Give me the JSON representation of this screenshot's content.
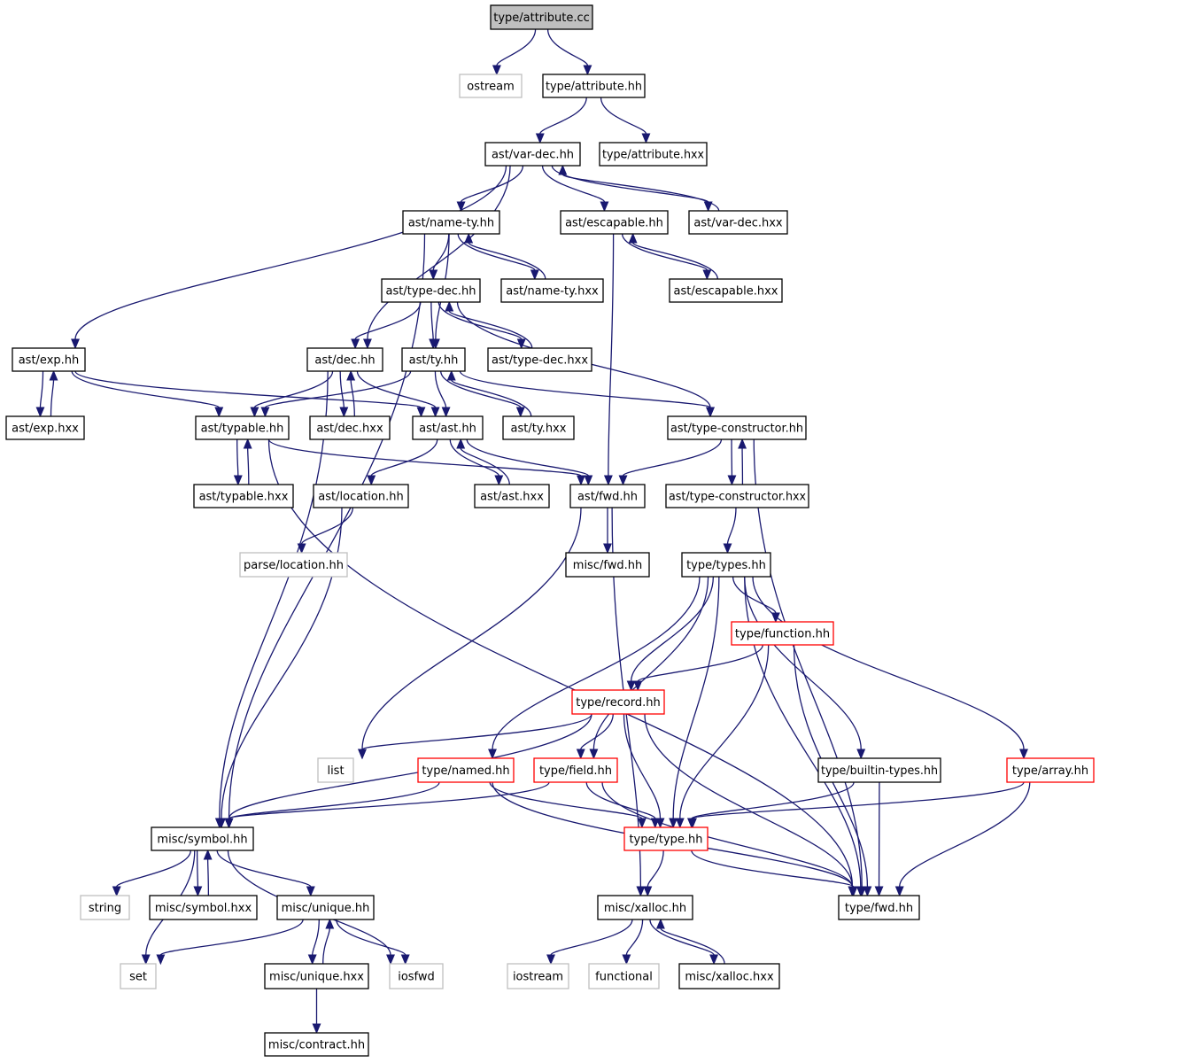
{
  "graph": {
    "title": "type/attribute.cc",
    "colors": {
      "edge": "#191970",
      "root_fill": "#bfbfbf",
      "missing_border": "#bfbfbf",
      "truncated_border": "#ff0000",
      "normal_border": "#000000"
    },
    "nodes": [
      {
        "id": "attribute_cc",
        "label": "type/attribute.cc",
        "kind": "root"
      },
      {
        "id": "ostream",
        "label": "ostream",
        "kind": "missing"
      },
      {
        "id": "attribute_hh",
        "label": "type/attribute.hh",
        "kind": "normal"
      },
      {
        "id": "var_dec_hh",
        "label": "ast/var-dec.hh",
        "kind": "normal"
      },
      {
        "id": "attribute_hxx",
        "label": "type/attribute.hxx",
        "kind": "normal"
      },
      {
        "id": "name_ty_hh",
        "label": "ast/name-ty.hh",
        "kind": "normal"
      },
      {
        "id": "escapable_hh",
        "label": "ast/escapable.hh",
        "kind": "normal"
      },
      {
        "id": "var_dec_hxx",
        "label": "ast/var-dec.hxx",
        "kind": "normal"
      },
      {
        "id": "type_dec_hh",
        "label": "ast/type-dec.hh",
        "kind": "normal"
      },
      {
        "id": "name_ty_hxx",
        "label": "ast/name-ty.hxx",
        "kind": "normal"
      },
      {
        "id": "escapable_hxx",
        "label": "ast/escapable.hxx",
        "kind": "normal"
      },
      {
        "id": "exp_hh",
        "label": "ast/exp.hh",
        "kind": "normal"
      },
      {
        "id": "dec_hh",
        "label": "ast/dec.hh",
        "kind": "normal"
      },
      {
        "id": "ty_hh",
        "label": "ast/ty.hh",
        "kind": "normal"
      },
      {
        "id": "type_dec_hxx",
        "label": "ast/type-dec.hxx",
        "kind": "normal"
      },
      {
        "id": "exp_hxx",
        "label": "ast/exp.hxx",
        "kind": "normal"
      },
      {
        "id": "typable_hh",
        "label": "ast/typable.hh",
        "kind": "normal"
      },
      {
        "id": "dec_hxx",
        "label": "ast/dec.hxx",
        "kind": "normal"
      },
      {
        "id": "ast_hh",
        "label": "ast/ast.hh",
        "kind": "normal"
      },
      {
        "id": "ty_hxx",
        "label": "ast/ty.hxx",
        "kind": "normal"
      },
      {
        "id": "type_constructor_hh",
        "label": "ast/type-constructor.hh",
        "kind": "normal"
      },
      {
        "id": "typable_hxx",
        "label": "ast/typable.hxx",
        "kind": "normal"
      },
      {
        "id": "location_hh",
        "label": "ast/location.hh",
        "kind": "normal"
      },
      {
        "id": "ast_hxx",
        "label": "ast/ast.hxx",
        "kind": "normal"
      },
      {
        "id": "ast_fwd_hh",
        "label": "ast/fwd.hh",
        "kind": "normal"
      },
      {
        "id": "type_constructor_hxx",
        "label": "ast/type-constructor.hxx",
        "kind": "normal"
      },
      {
        "id": "parse_location_hh",
        "label": "parse/location.hh",
        "kind": "missing"
      },
      {
        "id": "misc_fwd_hh",
        "label": "misc/fwd.hh",
        "kind": "normal"
      },
      {
        "id": "types_hh",
        "label": "type/types.hh",
        "kind": "normal"
      },
      {
        "id": "function_hh",
        "label": "type/function.hh",
        "kind": "truncated"
      },
      {
        "id": "record_hh",
        "label": "type/record.hh",
        "kind": "truncated"
      },
      {
        "id": "list",
        "label": "list",
        "kind": "missing"
      },
      {
        "id": "named_hh",
        "label": "type/named.hh",
        "kind": "truncated"
      },
      {
        "id": "field_hh",
        "label": "type/field.hh",
        "kind": "truncated"
      },
      {
        "id": "builtin_types_hh",
        "label": "type/builtin-types.hh",
        "kind": "normal"
      },
      {
        "id": "array_hh",
        "label": "type/array.hh",
        "kind": "truncated"
      },
      {
        "id": "symbol_hh",
        "label": "misc/symbol.hh",
        "kind": "normal"
      },
      {
        "id": "type_hh",
        "label": "type/type.hh",
        "kind": "truncated"
      },
      {
        "id": "string",
        "label": "string",
        "kind": "missing"
      },
      {
        "id": "symbol_hxx",
        "label": "misc/symbol.hxx",
        "kind": "normal"
      },
      {
        "id": "unique_hh",
        "label": "misc/unique.hh",
        "kind": "normal"
      },
      {
        "id": "xalloc_hh",
        "label": "misc/xalloc.hh",
        "kind": "normal"
      },
      {
        "id": "type_fwd_hh",
        "label": "type/fwd.hh",
        "kind": "normal"
      },
      {
        "id": "set",
        "label": "set",
        "kind": "missing"
      },
      {
        "id": "unique_hxx",
        "label": "misc/unique.hxx",
        "kind": "normal"
      },
      {
        "id": "iosfwd",
        "label": "iosfwd",
        "kind": "missing"
      },
      {
        "id": "iostream",
        "label": "iostream",
        "kind": "missing"
      },
      {
        "id": "functional",
        "label": "functional",
        "kind": "missing"
      },
      {
        "id": "xalloc_hxx",
        "label": "misc/xalloc.hxx",
        "kind": "normal"
      },
      {
        "id": "contract_hh",
        "label": "misc/contract.hh",
        "kind": "normal"
      }
    ],
    "edges": [
      [
        "attribute_cc",
        "ostream"
      ],
      [
        "attribute_cc",
        "attribute_hh"
      ],
      [
        "attribute_hh",
        "var_dec_hh"
      ],
      [
        "attribute_hh",
        "attribute_hxx"
      ],
      [
        "var_dec_hh",
        "exp_hh"
      ],
      [
        "var_dec_hh",
        "dec_hh"
      ],
      [
        "var_dec_hh",
        "name_ty_hh"
      ],
      [
        "var_dec_hh",
        "escapable_hh"
      ],
      [
        "var_dec_hh",
        "var_dec_hxx"
      ],
      [
        "var_dec_hxx",
        "var_dec_hh"
      ],
      [
        "name_ty_hh",
        "symbol_hh"
      ],
      [
        "name_ty_hh",
        "ty_hh"
      ],
      [
        "name_ty_hh",
        "type_dec_hh"
      ],
      [
        "name_ty_hh",
        "name_ty_hxx"
      ],
      [
        "name_ty_hxx",
        "name_ty_hh"
      ],
      [
        "escapable_hh",
        "ast_fwd_hh"
      ],
      [
        "escapable_hh",
        "escapable_hxx"
      ],
      [
        "escapable_hxx",
        "escapable_hh"
      ],
      [
        "type_dec_hh",
        "dec_hh"
      ],
      [
        "type_dec_hh",
        "ty_hh"
      ],
      [
        "type_dec_hh",
        "type_dec_hxx"
      ],
      [
        "type_dec_hh",
        "type_constructor_hh"
      ],
      [
        "type_dec_hxx",
        "type_dec_hh"
      ],
      [
        "exp_hh",
        "exp_hxx"
      ],
      [
        "exp_hxx",
        "exp_hh"
      ],
      [
        "exp_hh",
        "typable_hh"
      ],
      [
        "exp_hh",
        "ast_hh"
      ],
      [
        "dec_hh",
        "symbol_hh"
      ],
      [
        "dec_hh",
        "typable_hh"
      ],
      [
        "dec_hh",
        "dec_hxx"
      ],
      [
        "dec_hxx",
        "dec_hh"
      ],
      [
        "dec_hh",
        "ast_hh"
      ],
      [
        "ty_hh",
        "typable_hh"
      ],
      [
        "ty_hh",
        "ast_hh"
      ],
      [
        "ty_hh",
        "ty_hxx"
      ],
      [
        "ty_hxx",
        "ty_hh"
      ],
      [
        "ty_hh",
        "type_constructor_hh"
      ],
      [
        "typable_hh",
        "typable_hxx"
      ],
      [
        "typable_hxx",
        "typable_hh"
      ],
      [
        "typable_hh",
        "ast_fwd_hh"
      ],
      [
        "typable_hh",
        "type_fwd_hh"
      ],
      [
        "ast_hh",
        "location_hh"
      ],
      [
        "ast_hh",
        "ast_hxx"
      ],
      [
        "ast_hxx",
        "ast_hh"
      ],
      [
        "ast_hh",
        "ast_fwd_hh"
      ],
      [
        "type_constructor_hh",
        "ast_fwd_hh"
      ],
      [
        "type_constructor_hh",
        "type_constructor_hxx"
      ],
      [
        "type_constructor_hxx",
        "type_constructor_hh"
      ],
      [
        "type_constructor_hh",
        "type_fwd_hh"
      ],
      [
        "type_constructor_hxx",
        "types_hh"
      ],
      [
        "location_hh",
        "parse_location_hh"
      ],
      [
        "location_hh",
        "symbol_hh"
      ],
      [
        "ast_fwd_hh",
        "misc_fwd_hh"
      ],
      [
        "ast_fwd_hh",
        "list"
      ],
      [
        "ast_fwd_hh",
        "xalloc_hh"
      ],
      [
        "types_hh",
        "function_hh"
      ],
      [
        "types_hh",
        "record_hh"
      ],
      [
        "types_hh",
        "named_hh"
      ],
      [
        "types_hh",
        "field_hh"
      ],
      [
        "types_hh",
        "type_hh"
      ],
      [
        "types_hh",
        "builtin_types_hh"
      ],
      [
        "types_hh",
        "array_hh"
      ],
      [
        "types_hh",
        "type_fwd_hh"
      ],
      [
        "function_hh",
        "record_hh"
      ],
      [
        "function_hh",
        "type_hh"
      ],
      [
        "function_hh",
        "type_fwd_hh"
      ],
      [
        "record_hh",
        "list"
      ],
      [
        "record_hh",
        "field_hh"
      ],
      [
        "record_hh",
        "symbol_hh"
      ],
      [
        "record_hh",
        "type_hh"
      ],
      [
        "record_hh",
        "type_fwd_hh"
      ],
      [
        "named_hh",
        "symbol_hh"
      ],
      [
        "named_hh",
        "type_hh"
      ],
      [
        "named_hh",
        "type_fwd_hh"
      ],
      [
        "field_hh",
        "symbol_hh"
      ],
      [
        "field_hh",
        "type_hh"
      ],
      [
        "field_hh",
        "type_fwd_hh"
      ],
      [
        "builtin_types_hh",
        "type_hh"
      ],
      [
        "builtin_types_hh",
        "type_fwd_hh"
      ],
      [
        "array_hh",
        "type_hh"
      ],
      [
        "array_hh",
        "type_fwd_hh"
      ],
      [
        "type_hh",
        "xalloc_hh"
      ],
      [
        "type_hh",
        "type_fwd_hh"
      ],
      [
        "symbol_hh",
        "string"
      ],
      [
        "symbol_hh",
        "symbol_hxx"
      ],
      [
        "symbol_hxx",
        "symbol_hh"
      ],
      [
        "symbol_hh",
        "unique_hh"
      ],
      [
        "symbol_hh",
        "set"
      ],
      [
        "symbol_hh",
        "iosfwd"
      ],
      [
        "unique_hh",
        "set"
      ],
      [
        "unique_hh",
        "unique_hxx"
      ],
      [
        "unique_hxx",
        "unique_hh"
      ],
      [
        "unique_hh",
        "iosfwd"
      ],
      [
        "unique_hxx",
        "contract_hh"
      ],
      [
        "xalloc_hh",
        "iostream"
      ],
      [
        "xalloc_hh",
        "functional"
      ],
      [
        "xalloc_hh",
        "xalloc_hxx"
      ],
      [
        "xalloc_hxx",
        "xalloc_hh"
      ]
    ]
  }
}
